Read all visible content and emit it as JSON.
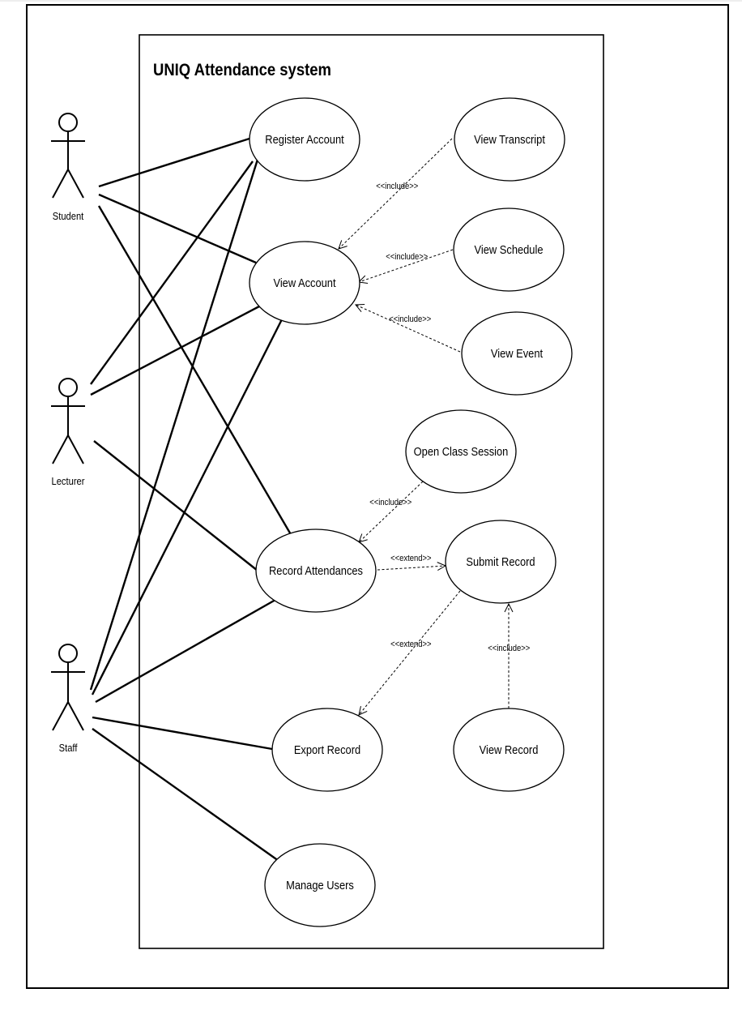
{
  "system": {
    "title": "UNIQ Attendance system"
  },
  "actors": {
    "student": "Student",
    "lecturer": "Lecturer",
    "staff": "Staff"
  },
  "use_cases": {
    "register_account": "Register Account",
    "view_account": "View Account",
    "view_transcript": "View Transcript",
    "view_schedule": "View Schedule",
    "view_event": "View Event",
    "open_class_session": "Open Class Session",
    "record_attendances": "Record Attendances",
    "submit_record": "Submit Record",
    "export_record": "Export Record",
    "view_record": "View Record",
    "manage_users": "Manage Users"
  },
  "associations": [
    {
      "actor": "Student",
      "use_case": "Register Account"
    },
    {
      "actor": "Student",
      "use_case": "View Account"
    },
    {
      "actor": "Student",
      "use_case": "Record Attendances"
    },
    {
      "actor": "Lecturer",
      "use_case": "Register Account"
    },
    {
      "actor": "Lecturer",
      "use_case": "View Account"
    },
    {
      "actor": "Lecturer",
      "use_case": "Record Attendances"
    },
    {
      "actor": "Staff",
      "use_case": "Register Account"
    },
    {
      "actor": "Staff",
      "use_case": "View Account"
    },
    {
      "actor": "Staff",
      "use_case": "Record Attendances"
    },
    {
      "actor": "Staff",
      "use_case": "Export Record"
    },
    {
      "actor": "Staff",
      "use_case": "Manage Users"
    }
  ],
  "relationships": {
    "transcript_include": {
      "from": "View Transcript",
      "to": "View Account",
      "label": "<<include>>"
    },
    "schedule_include": {
      "from": "View Schedule",
      "to": "View Account",
      "label": "<<include>>"
    },
    "event_include": {
      "from": "View Event",
      "to": "View Account",
      "label": "<<include>>"
    },
    "open_session_include": {
      "from": "Open Class Session",
      "to": "Record Attendances",
      "label": "<<include>>"
    },
    "submit_extend": {
      "from": "Record Attendances",
      "to": "Submit Record",
      "label": "<<extend>>"
    },
    "export_extend": {
      "from": "Submit Record",
      "to": "Export Record",
      "label": "<<extend>>"
    },
    "view_record_include": {
      "from": "View Record",
      "to": "Submit Record",
      "label": "<<include>>"
    }
  }
}
